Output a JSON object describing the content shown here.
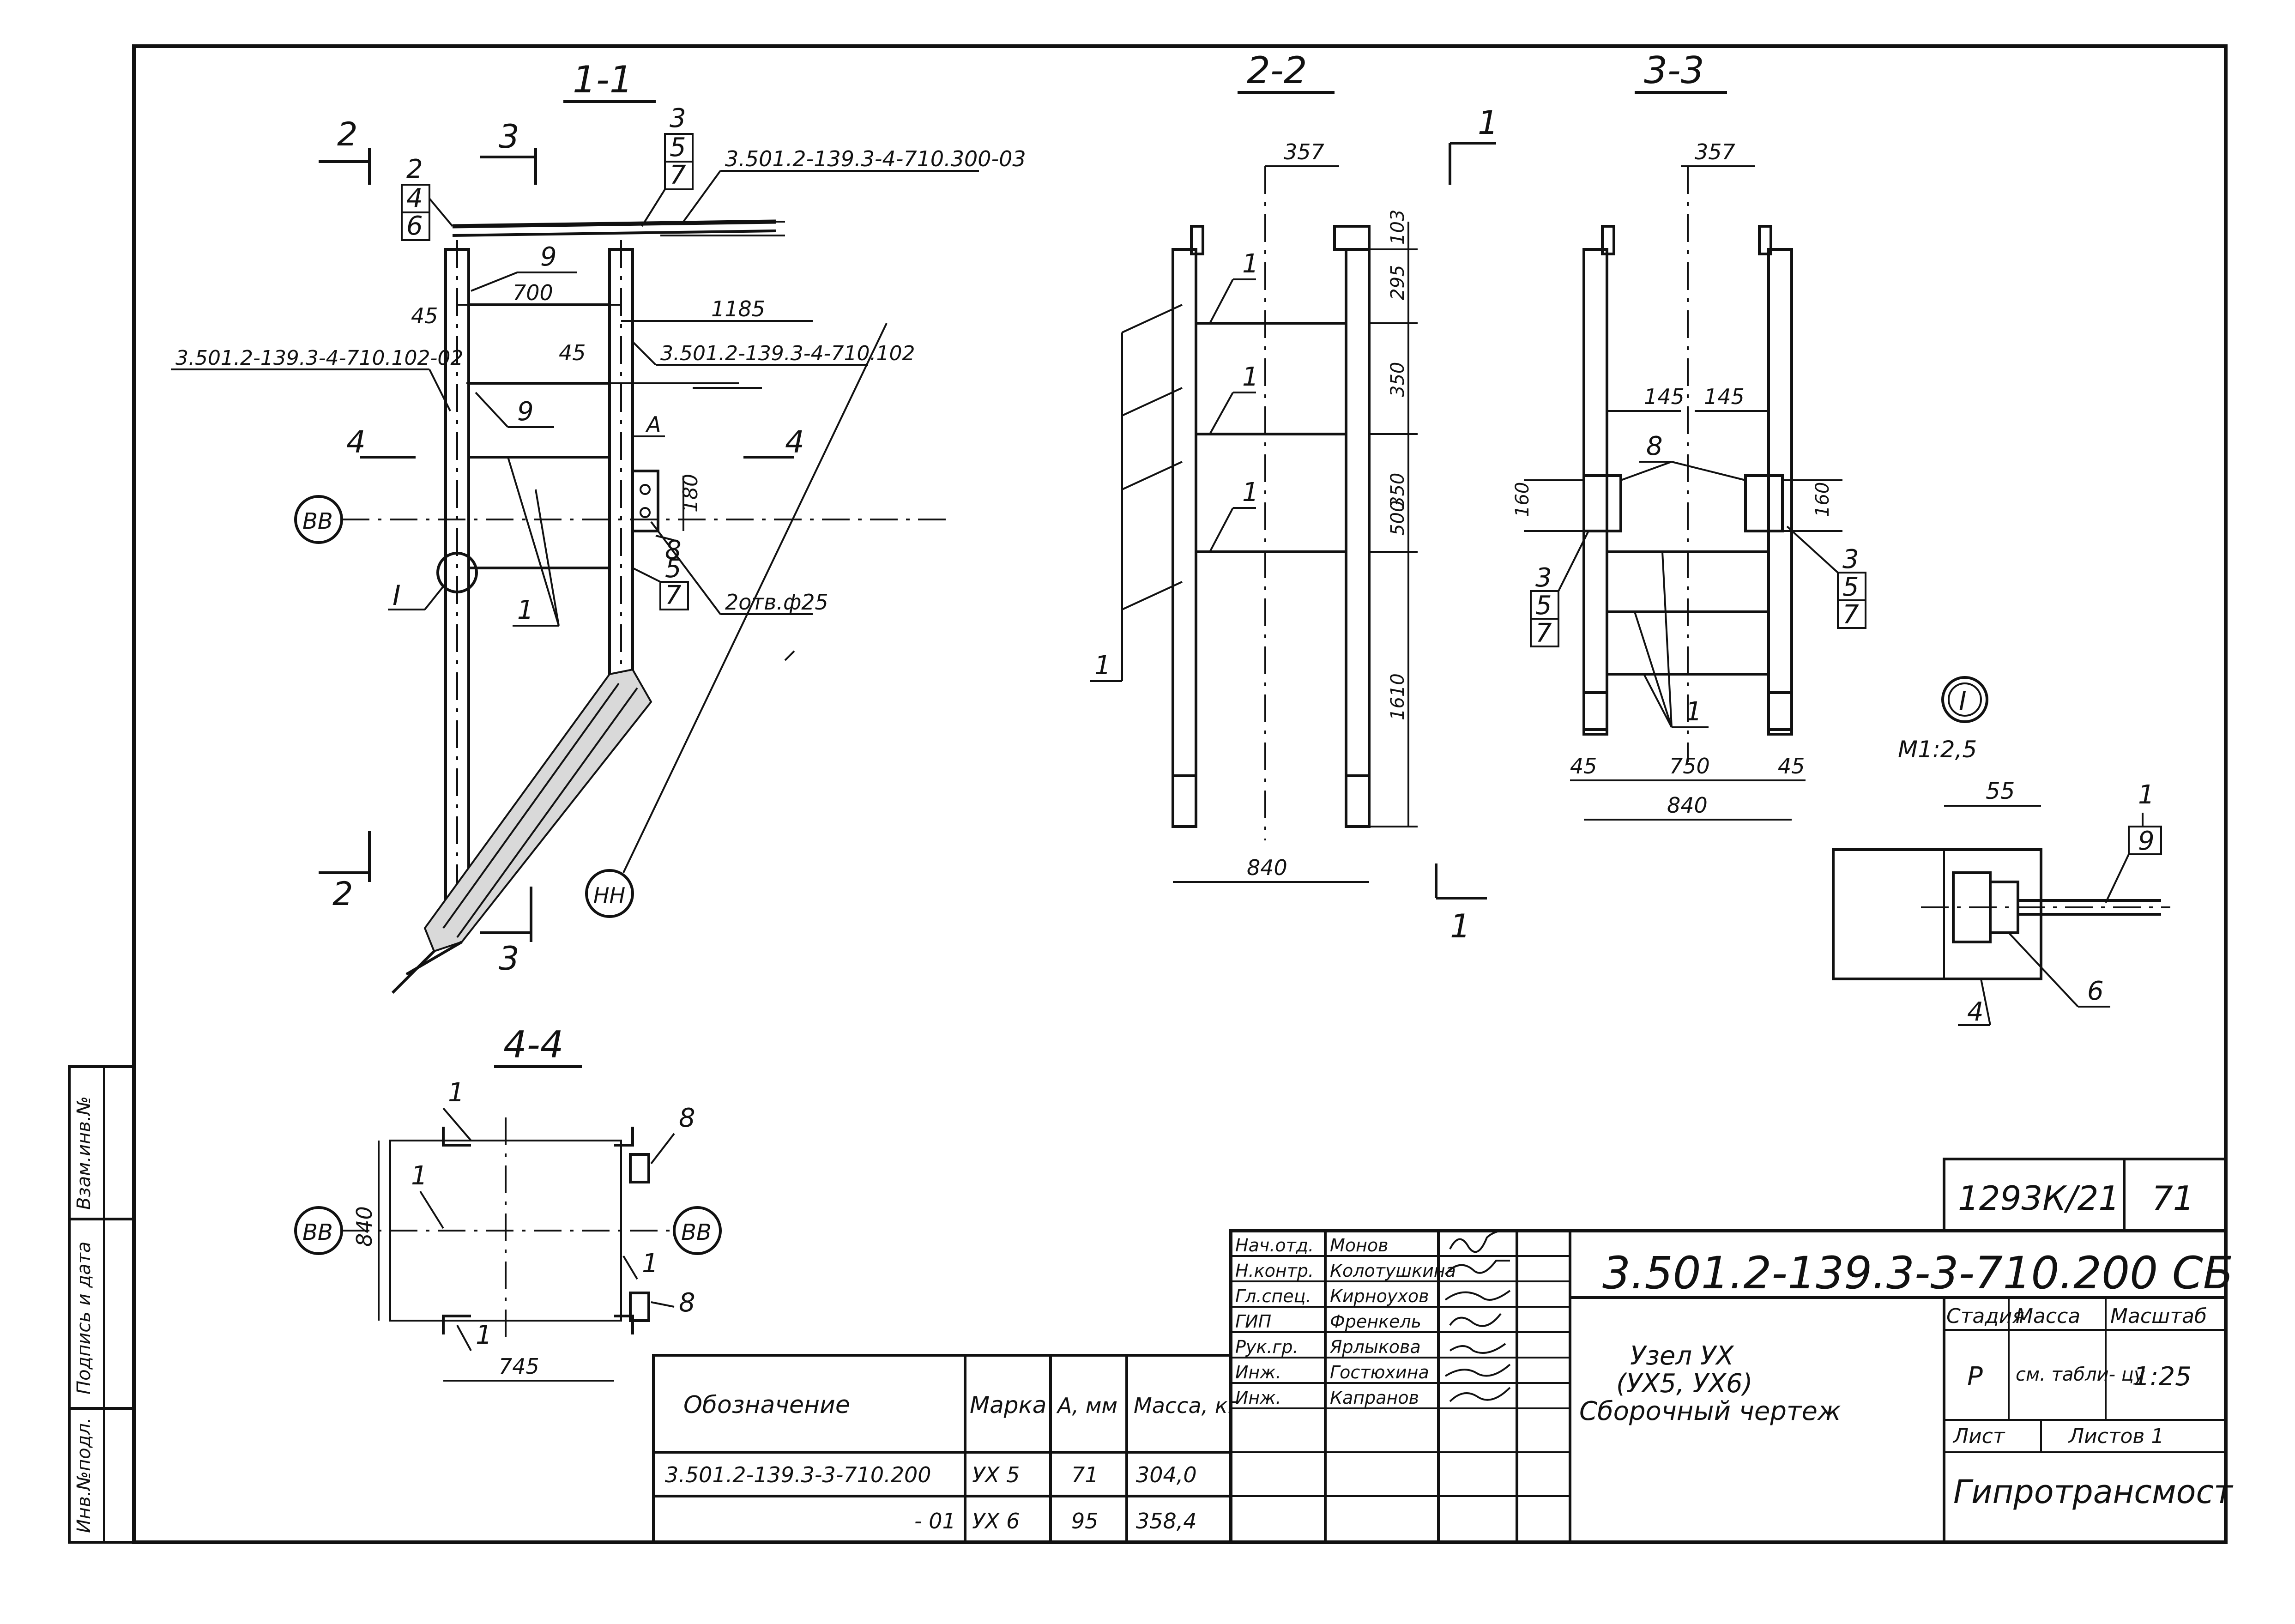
{
  "sections": {
    "s11": "1-1",
    "s22": "2-2",
    "s33": "3-3",
    "s44": "4-4"
  },
  "view_1_1": {
    "cut_2": "2",
    "cut_3": "3",
    "cut_4a": "4",
    "cut_4b": "4",
    "cut_2_bottom": "2",
    "cut_3_bottom": "3",
    "pos_2": "2",
    "pos_4": "4",
    "pos_6": "6",
    "pos_3": "3",
    "pos_5": "5",
    "pos_7": "7",
    "pos_9a": "9",
    "pos_9b": "9",
    "pos_1": "1",
    "pos_5b": "5",
    "pos_7b": "7",
    "pos_8": "8",
    "ref_top": "3.501.2-139.3-4-710.300-03",
    "ref_left": "3.501.2-139.3-4-710.102-02",
    "ref_right": "3.501.2-139.3-4-710.102",
    "dim_700": "700",
    "dim_1185": "1185",
    "dim_45a": "45",
    "dim_45b": "45",
    "dim_A": "A",
    "dim_180": "180",
    "holes": "2отв.ф25",
    "marker_BB": "ВВ",
    "marker_HH": "НН",
    "detail_I": "I"
  },
  "view_2_2": {
    "dim_357": "357",
    "dim_103": "103",
    "dim_295": "295",
    "dim_350a": "350",
    "dim_350b": "350",
    "dim_500": "500",
    "dim_1610": "1610",
    "dim_840": "840",
    "pos_1a": "1",
    "pos_1b": "1",
    "pos_1c": "1",
    "pos_1d": "1",
    "cut_1_top": "1",
    "cut_1_bottom": "1"
  },
  "view_3_3": {
    "dim_357": "357",
    "dim_145a": "145",
    "dim_145b": "145",
    "dim_160a": "160",
    "dim_160b": "160",
    "dim_45a": "45",
    "dim_750": "750",
    "dim_45b": "45",
    "dim_840": "840",
    "pos_8": "8",
    "pos_3a": "3",
    "pos_5a": "5",
    "pos_7a": "7",
    "pos_3b": "3",
    "pos_5b": "5",
    "pos_7b": "7",
    "pos_1": "1"
  },
  "detail_I": {
    "mark": "I",
    "scale": "М1:2,5",
    "dim_55": "55",
    "pos_1": "1",
    "pos_9": "9",
    "pos_4": "4",
    "pos_6": "6"
  },
  "view_4_4": {
    "pos_1a": "1",
    "pos_1b": "1",
    "pos_1c": "1",
    "pos_1d": "1",
    "pos_8a": "8",
    "pos_8b": "8",
    "dim_840": "840",
    "dim_745": "745",
    "marker_left": "ВВ",
    "marker_right": "ВВ"
  },
  "side_stamp": {
    "col1": "Взам.инв.№",
    "col2": "Подпись и дата",
    "col3": "Инв.№подл."
  },
  "spec_table": {
    "headers": [
      "Обозначение",
      "Марка",
      "А, мм",
      "Масса, кг"
    ],
    "rows": [
      [
        "3.501.2-139.3-3-710.200",
        "УХ 5",
        "71",
        "304,0"
      ],
      [
        "- 01",
        "УХ 6",
        "95",
        "358,4"
      ]
    ]
  },
  "title_block": {
    "archive_no": "1293К/21",
    "sheet_no": "71",
    "designation": "3.501.2-139.3-3-710.200 СБ",
    "staff": [
      {
        "role": "Нач.отд.",
        "name": "Монов"
      },
      {
        "role": "Н.контр.",
        "name": "Колотушкина"
      },
      {
        "role": "Гл.спец.",
        "name": "Кирноухов"
      },
      {
        "role": "ГИП",
        "name": "Френкель"
      },
      {
        "role": "Рук.гр.",
        "name": "Ярлыкова"
      },
      {
        "role": "Инж.",
        "name": "Гостюхина"
      },
      {
        "role": "Инж.",
        "name": "Капранов"
      }
    ],
    "name_line1": "Узел УХ",
    "name_line2": "(УХ5, УХ6)",
    "name_line3": "Сборочный чертеж",
    "stage_label": "Стадия",
    "mass_label": "Масса",
    "scale_label": "Масштаб",
    "stage": "Р",
    "mass_value": "см. табли- цу",
    "scale": "1:25",
    "sheet_label": "Лист",
    "sheets_label": "Листов 1",
    "org": "Гипротрансмост"
  }
}
